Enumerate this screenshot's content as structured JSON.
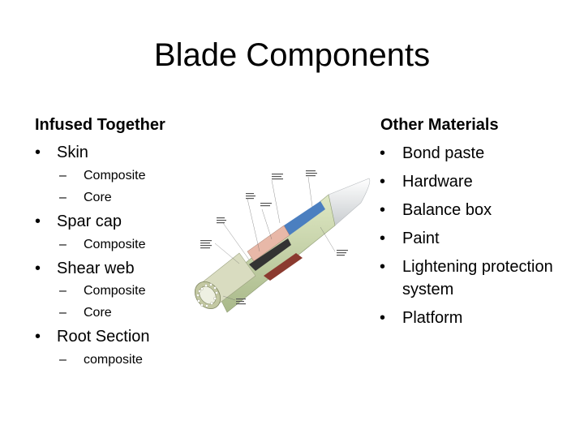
{
  "slide": {
    "title": "Blade Components"
  },
  "left": {
    "heading": "Infused Together",
    "items": [
      {
        "label": "Skin",
        "subs": [
          "Composite",
          "Core"
        ]
      },
      {
        "label": "Spar cap",
        "subs": [
          "Composite"
        ]
      },
      {
        "label": "Shear web",
        "subs": [
          "Composite",
          "Core"
        ]
      },
      {
        "label": "Root Section",
        "subs": [
          "composite"
        ]
      }
    ]
  },
  "right": {
    "heading": "Other Materials",
    "items": [
      "Bond paste",
      "Hardware",
      "Balance box",
      "Paint",
      "Lightening protection",
      "system",
      "Platform"
    ]
  },
  "figure": {
    "icon": "wind-turbine-blade-cross-section-icon",
    "colors": {
      "tube": "#d9dcc0",
      "skin": "#c9d6a8",
      "spar": "#4b7fc0",
      "core": "#e8b8a8",
      "tip": "#e6e8ea"
    }
  }
}
